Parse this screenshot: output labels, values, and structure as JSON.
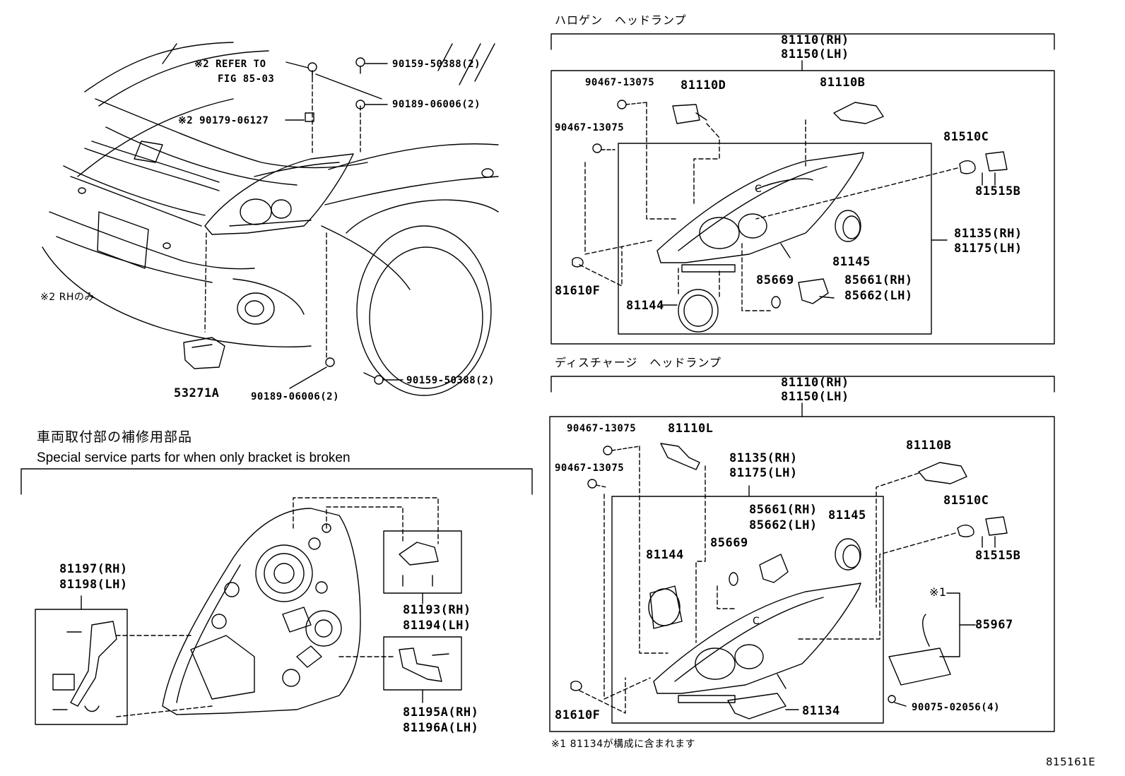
{
  "headings": {
    "halogen": "ハロゲン　ヘッドランプ",
    "discharge": "ディスチャージ　ヘッドランプ",
    "special_jp": "車両取付部の補修用部品",
    "special_en": "Special service parts for when only bracket is broken"
  },
  "notes": {
    "rh_only": "※2 RHのみ",
    "refer_line1": "※2 REFER TO",
    "refer_line2": "FIG 85-03",
    "note1": "※1 81134が構成に含まれます",
    "figure_id": "815161E",
    "mark1": "※1"
  },
  "left_parts": {
    "p1": "90159-50388(2)",
    "p2": "90189-06006(2)",
    "p3": "※2 90179-06127",
    "p4": "53271A",
    "p5": "90189-06006(2)",
    "p6": "90159-50388(2)"
  },
  "halogen_parts": {
    "assy_rh": "81110(RH)",
    "assy_lh": "81150(LH)",
    "screw_a": "90467-13075",
    "screw_b": "90467-13075",
    "bulb_d": "81110D",
    "bulb_b": "81110B",
    "socket_c": "81510C",
    "bulb_515b": "81515B",
    "unit_rh": "81135(RH)",
    "unit_lh": "81175(LH)",
    "cap": "81145",
    "oring": "85669",
    "ign_rh": "85661(RH)",
    "ign_lh": "85662(LH)",
    "side": "81610F",
    "cover": "81144"
  },
  "discharge_parts": {
    "assy_rh": "81110(RH)",
    "assy_lh": "81150(LH)",
    "screw_a": "90467-13075",
    "screw_b": "90467-13075",
    "bulb_l": "81110L",
    "unit_rh": "81135(RH)",
    "unit_lh": "81175(LH)",
    "bulb_b": "81110B",
    "ign_rh": "85661(RH)",
    "ign_lh": "85662(LH)",
    "cap": "81145",
    "oring": "85669",
    "cover": "81144",
    "socket_c": "81510C",
    "bulb_515b": "81515B",
    "ballast": "85967",
    "side": "81610F",
    "gasket": "81134",
    "screw_c": "90075-02056(4)"
  },
  "bracket_parts": {
    "a_rh": "81197(RH)",
    "a_lh": "81198(LH)",
    "b_rh": "81193(RH)",
    "b_lh": "81194(LH)",
    "c_rh": "81195A(RH)",
    "c_lh": "81196A(LH)"
  }
}
